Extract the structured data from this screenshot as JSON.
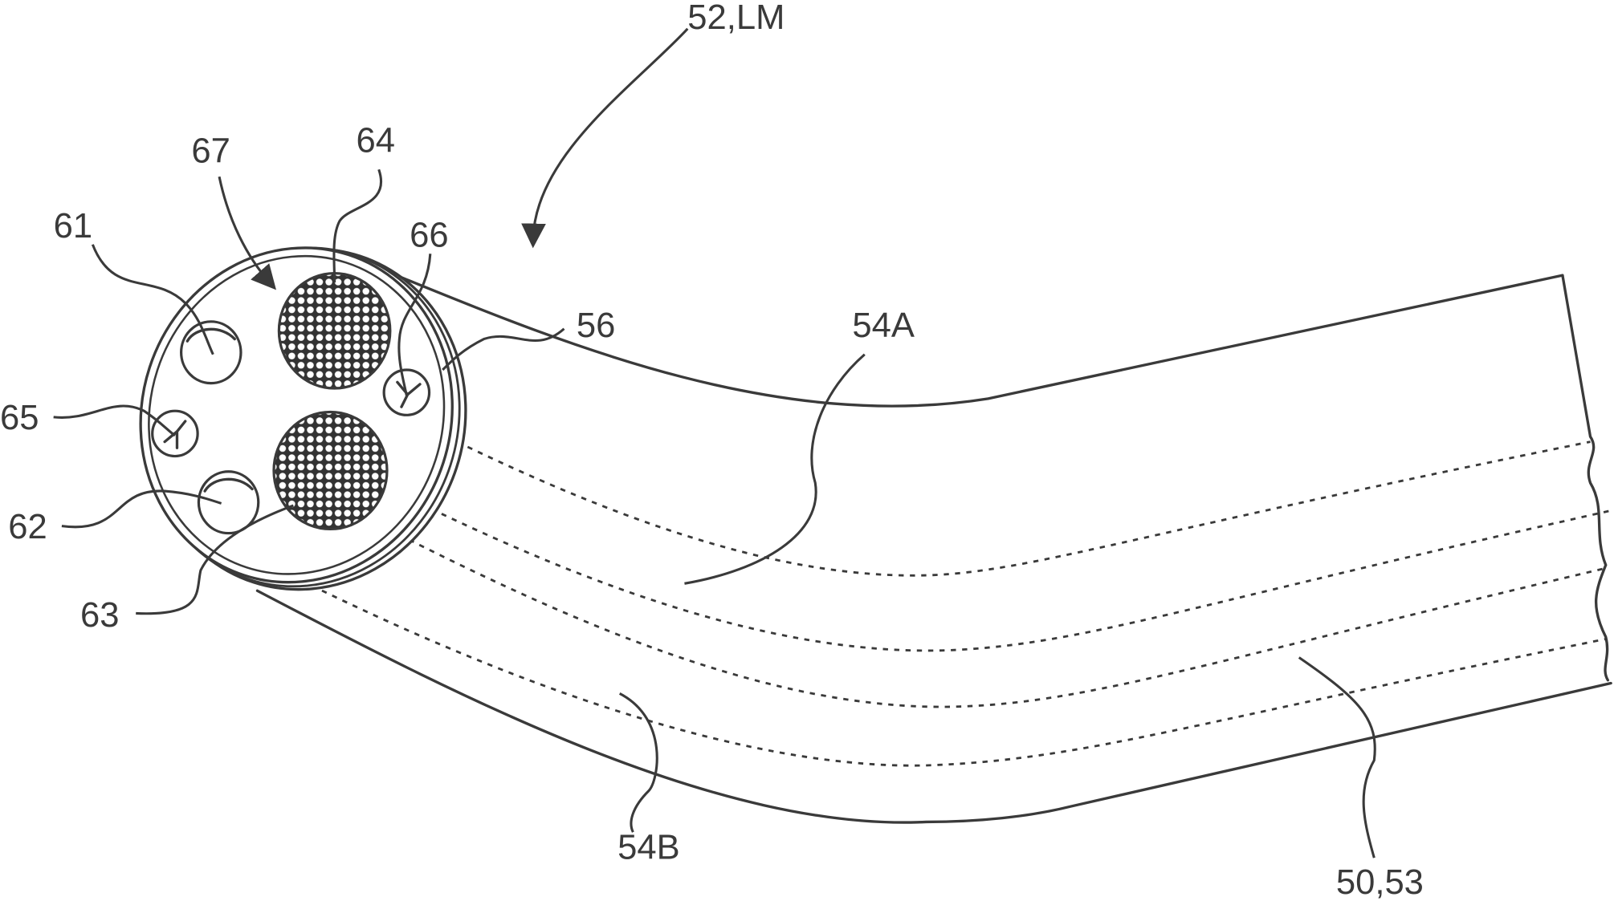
{
  "figure": {
    "labels": {
      "assembly": "52,LM",
      "face_arrow": "67",
      "port_upper": "61",
      "port_lower": "62",
      "fiber_lower": "63",
      "fiber_upper": "64",
      "lens_left": "65",
      "lens_right": "66",
      "tip_rim": "56",
      "upper_section": "54A",
      "lower_section": "54B",
      "shaft": "50,53"
    },
    "colors": {
      "line": "#3a3a3a",
      "fiber_fill": "#333333",
      "background": "#ffffff"
    }
  }
}
